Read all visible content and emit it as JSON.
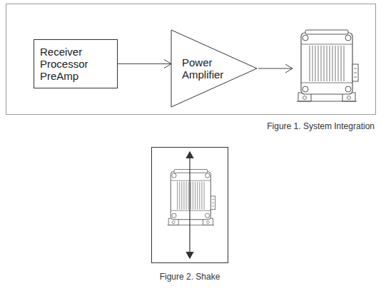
{
  "diagram": {
    "nodes": [
      {
        "text": [
          "Receiver Processor PreAmp"
        ]
      },
      {
        "text": [
          "Power Amplifier"
        ]
      }
    ],
    "edges": [
      {
        "from": 0,
        "to": 1,
        "arrow": "to"
      }
    ],
    "labels": [
      "Figure 1. System Integration",
      "Figure 2. Shake"
    ]
  }
}
